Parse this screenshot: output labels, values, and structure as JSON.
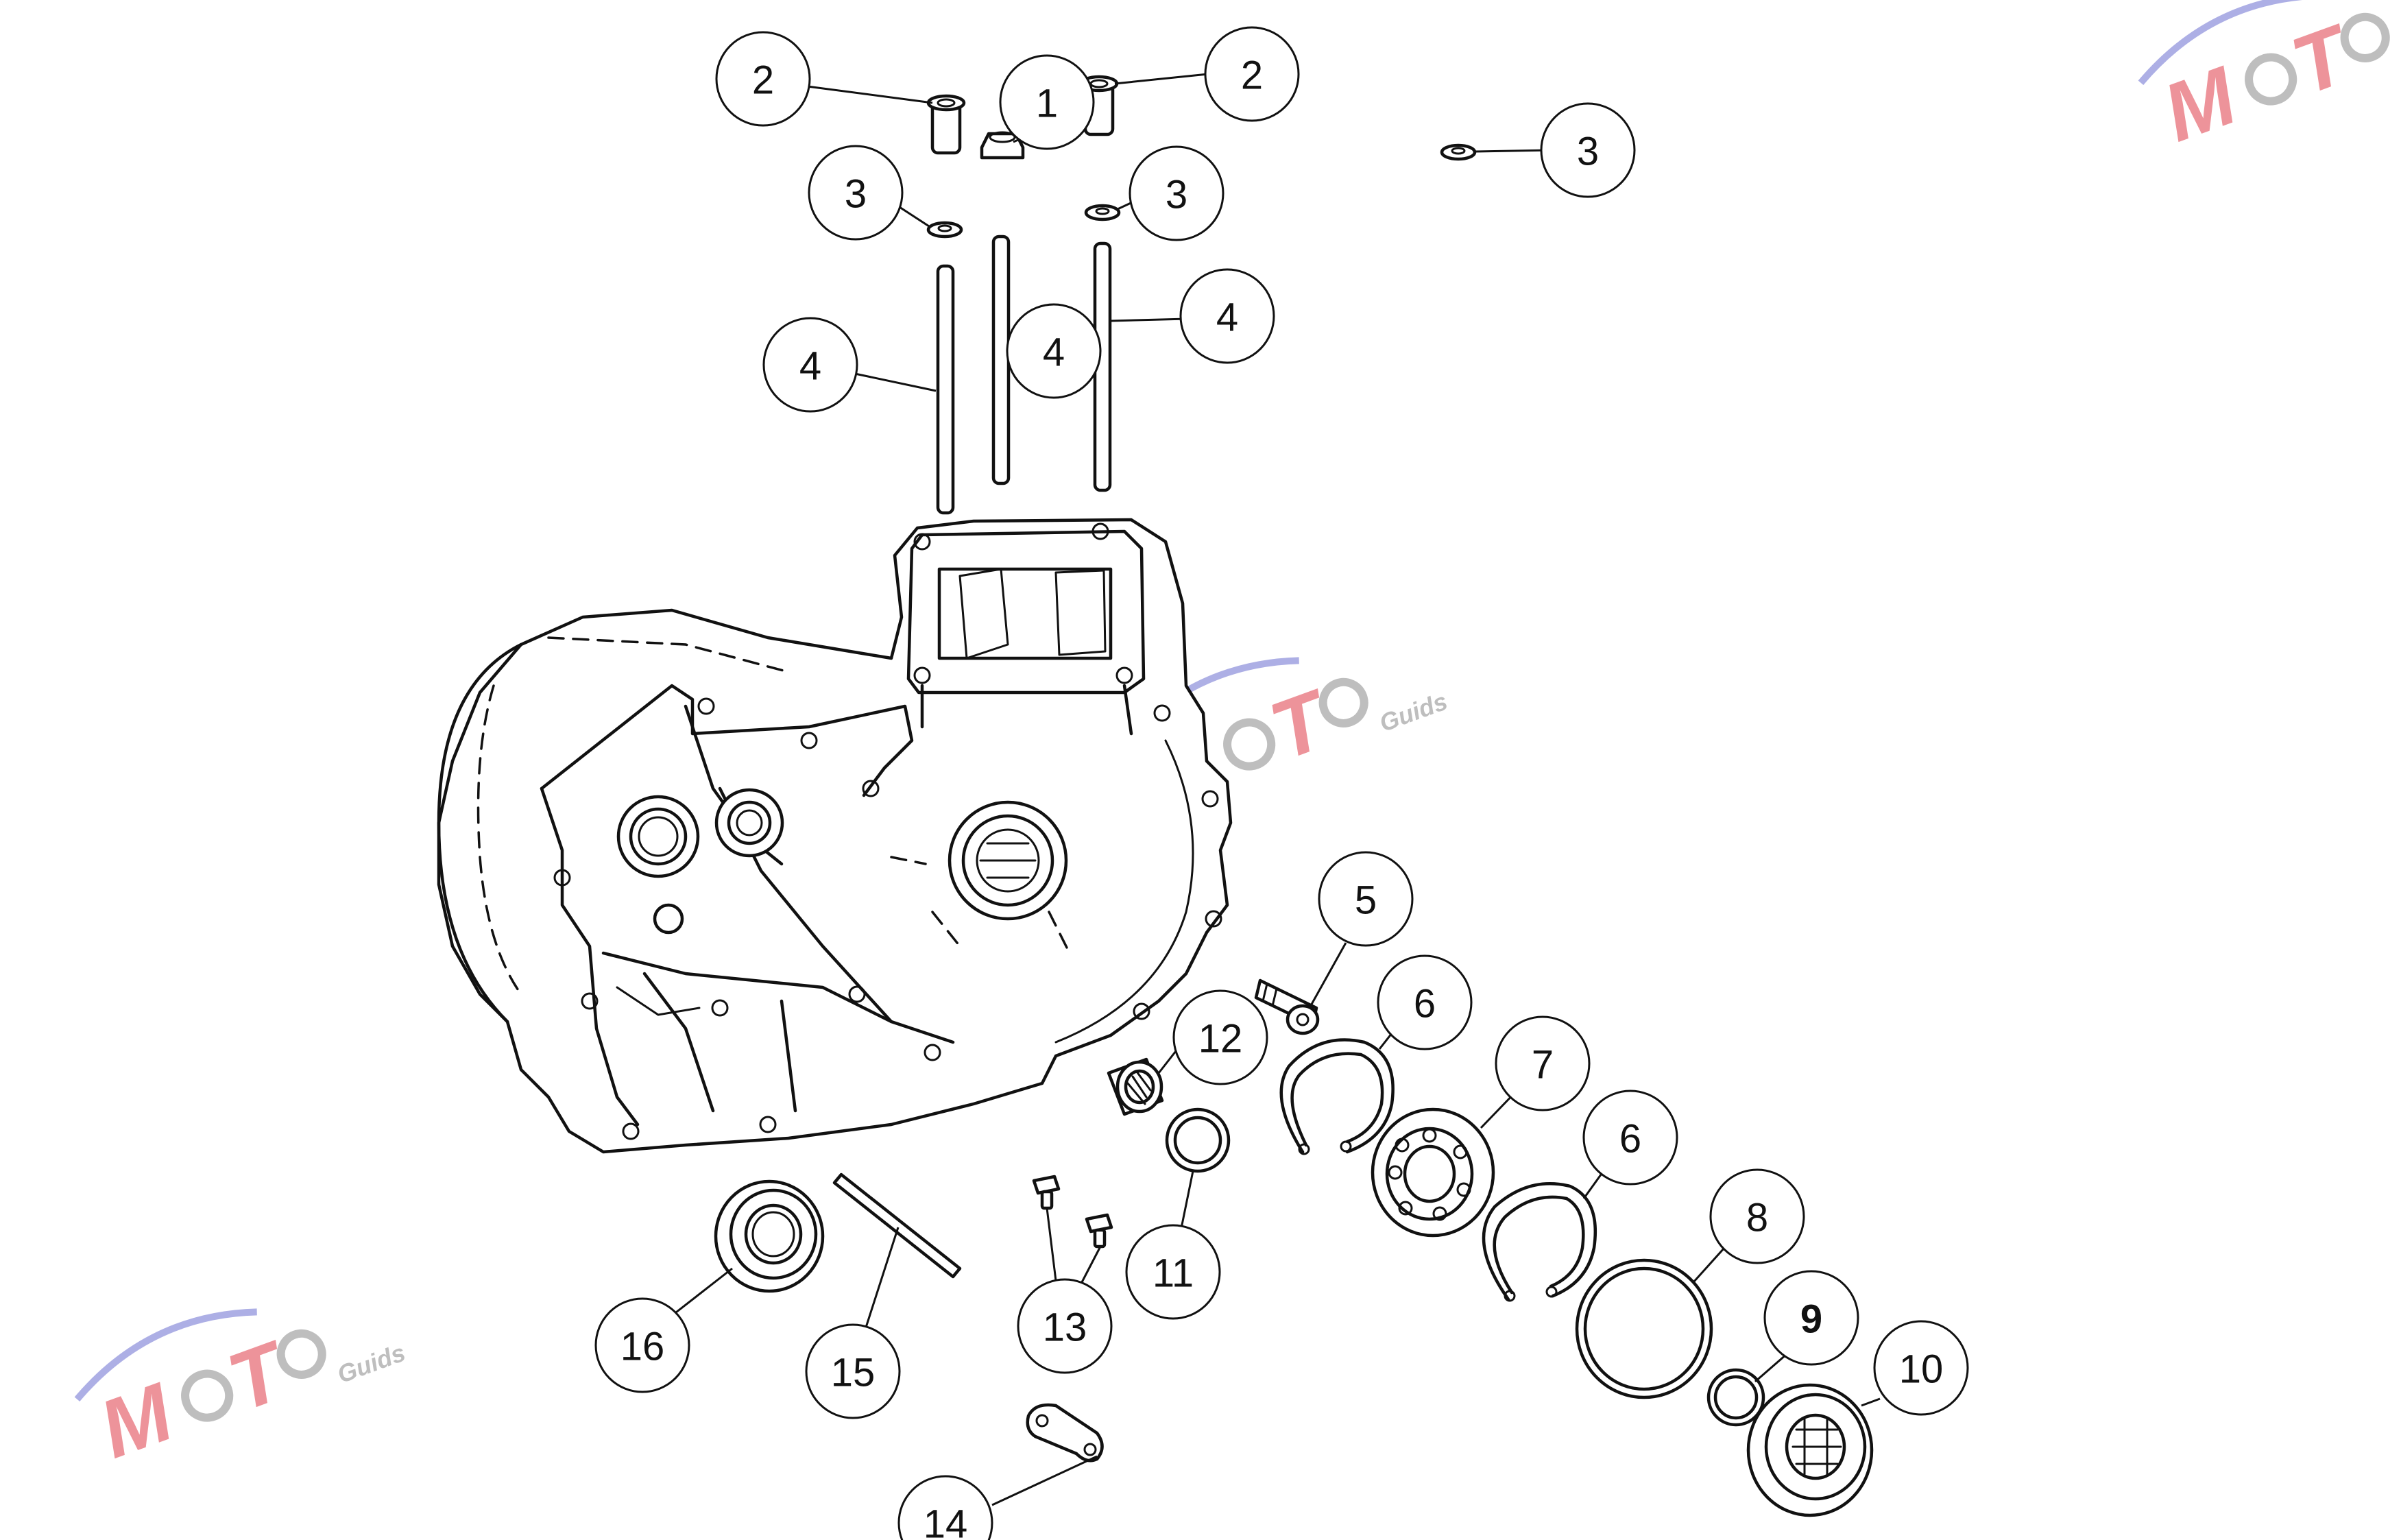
{
  "diagram": {
    "callouts": [
      {
        "id": "c2a",
        "label": "2"
      },
      {
        "id": "c1",
        "label": "1"
      },
      {
        "id": "c2b",
        "label": "2"
      },
      {
        "id": "c3a",
        "label": "3"
      },
      {
        "id": "c3b",
        "label": "3"
      },
      {
        "id": "c3c",
        "label": "3"
      },
      {
        "id": "c4a",
        "label": "4"
      },
      {
        "id": "c4b",
        "label": "4"
      },
      {
        "id": "c4c",
        "label": "4"
      },
      {
        "id": "c5",
        "label": "5"
      },
      {
        "id": "c6a",
        "label": "6"
      },
      {
        "id": "c6b",
        "label": "6"
      },
      {
        "id": "c7",
        "label": "7"
      },
      {
        "id": "c8",
        "label": "8"
      },
      {
        "id": "c9",
        "label": "9"
      },
      {
        "id": "c10",
        "label": "10"
      },
      {
        "id": "c11",
        "label": "11"
      },
      {
        "id": "c12",
        "label": "12"
      },
      {
        "id": "c13",
        "label": "13"
      },
      {
        "id": "c14",
        "label": "14"
      },
      {
        "id": "c15",
        "label": "15"
      },
      {
        "id": "c16",
        "label": "16"
      }
    ]
  },
  "watermark": {
    "brand": "MOTO",
    "sub": "Guids",
    "colors": {
      "primary": "#e03c48",
      "secondary": "#6b6fd0",
      "gray": "#8a8a8a"
    }
  }
}
